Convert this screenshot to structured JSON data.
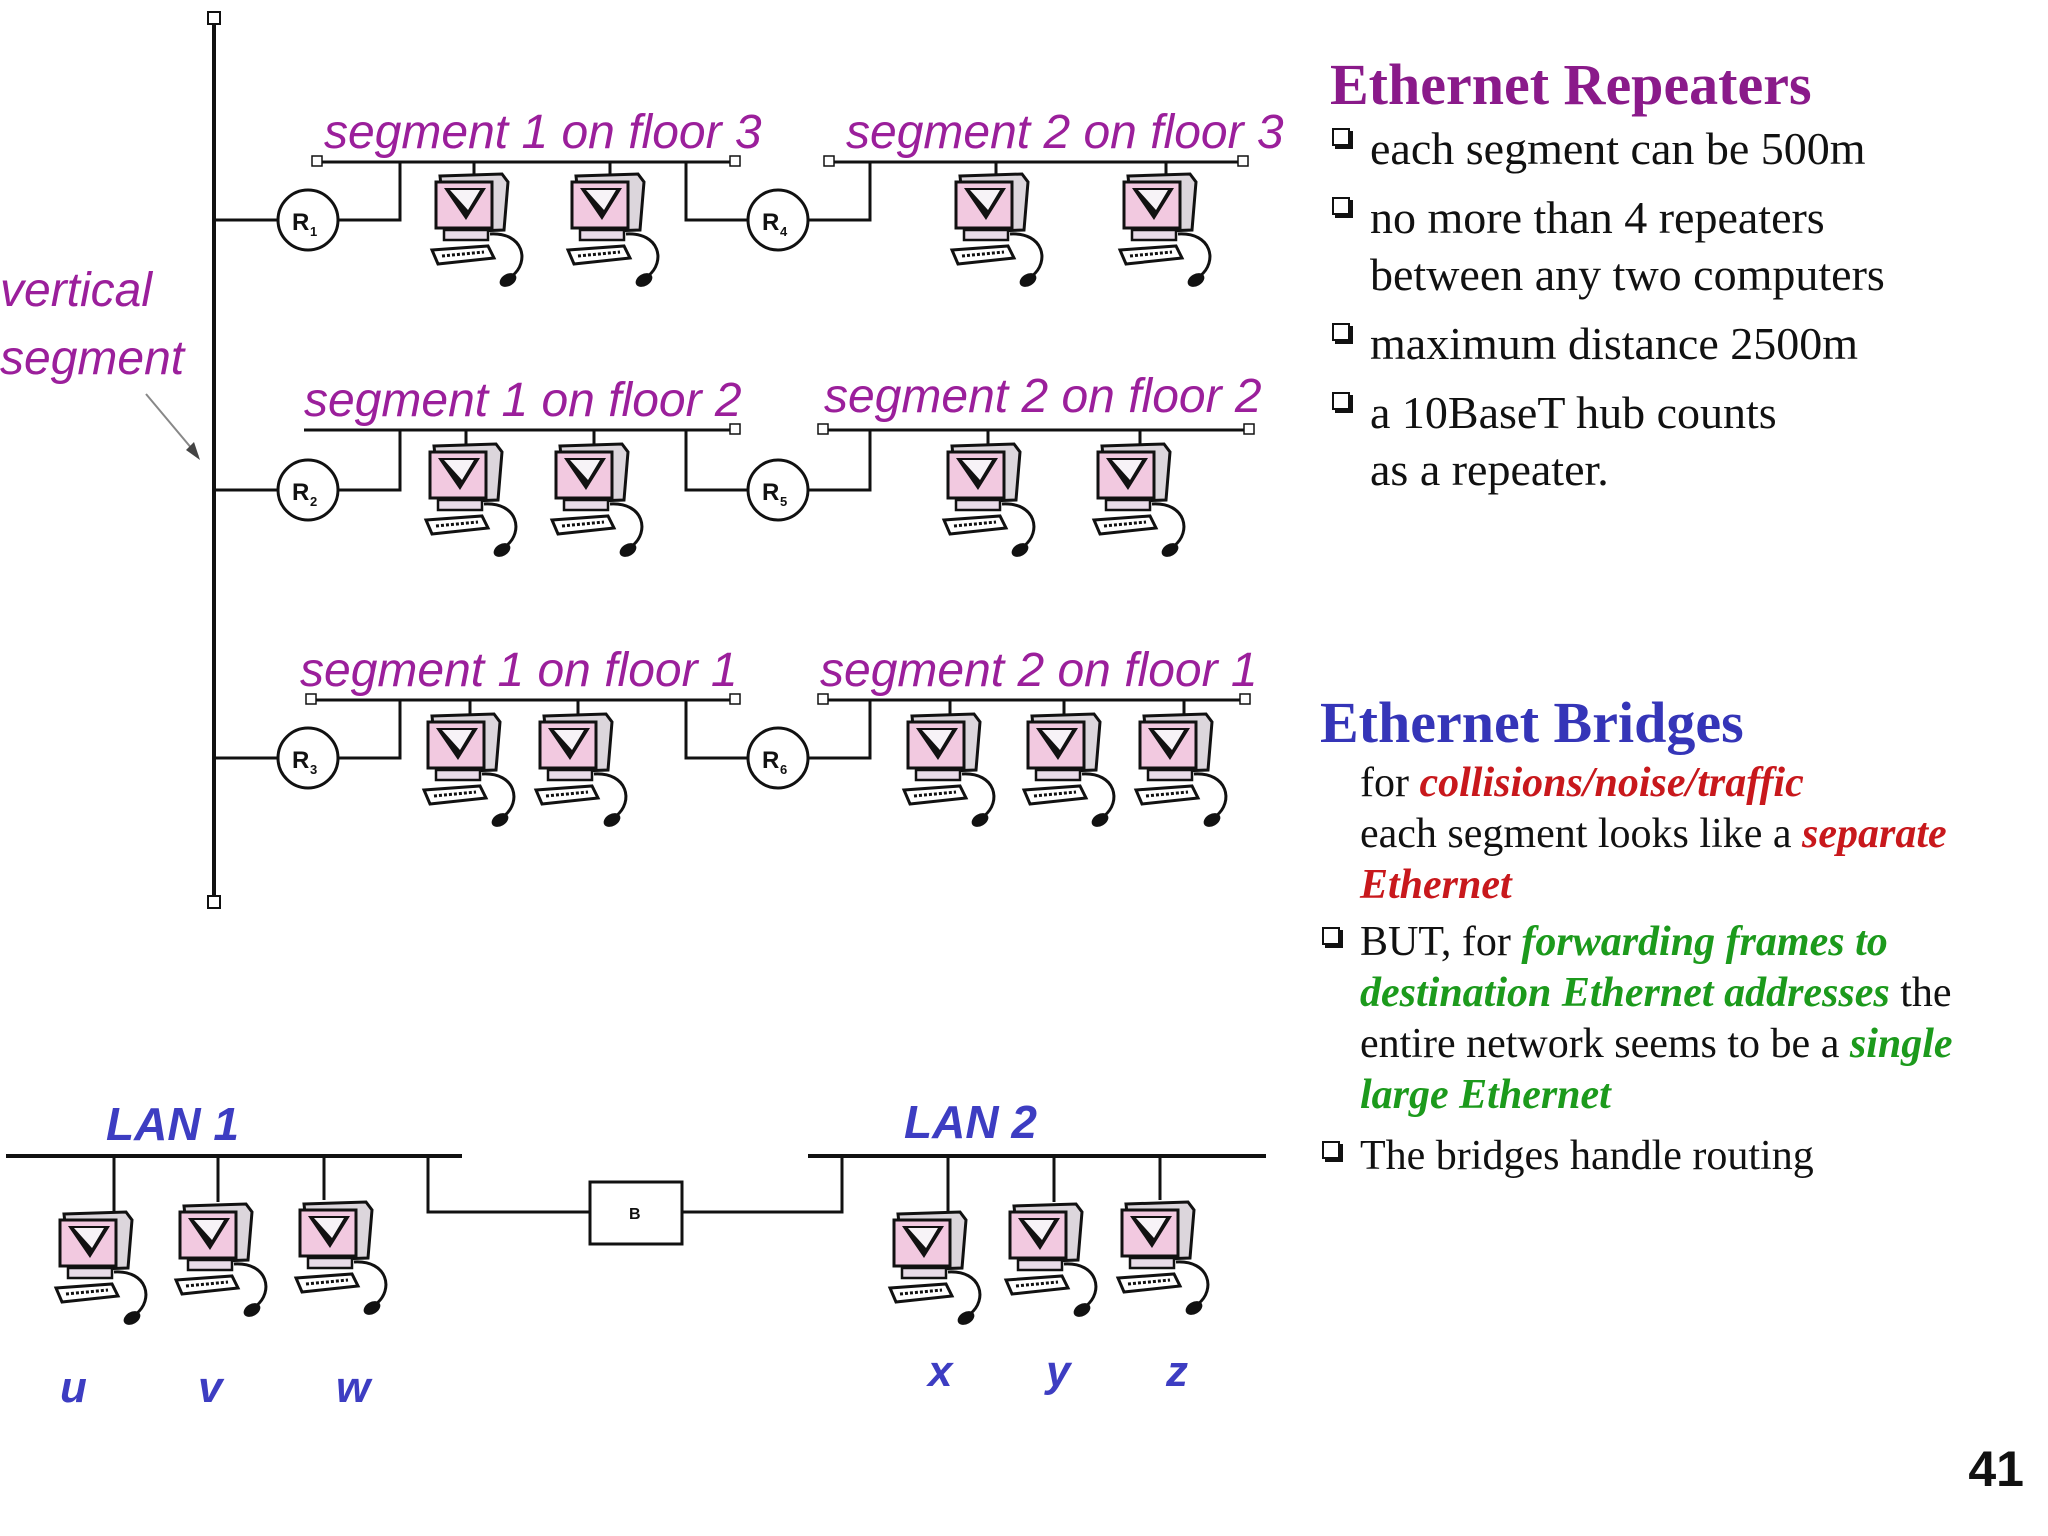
{
  "diagram": {
    "vertical_label_line1": "vertical",
    "vertical_label_line2": "segment",
    "segments": [
      "segment 1 on floor 3",
      "segment 2 on floor 3",
      "segment 1 on floor 2",
      "segment 2 on floor 2",
      "segment 1 on floor 1",
      "segment 2 on floor 1"
    ],
    "repeaters": [
      {
        "letter": "R",
        "sub": "1"
      },
      {
        "letter": "R",
        "sub": "2"
      },
      {
        "letter": "R",
        "sub": "3"
      },
      {
        "letter": "R",
        "sub": "4"
      },
      {
        "letter": "R",
        "sub": "5"
      },
      {
        "letter": "R",
        "sub": "6"
      }
    ],
    "lans": [
      "LAN 1",
      "LAN 2"
    ],
    "bridge_label": "B",
    "hosts": [
      "u",
      "v",
      "w",
      "x",
      "y",
      "z"
    ]
  },
  "repeaters_panel": {
    "title": "Ethernet Repeaters",
    "bullet1": "each segment can be 500m",
    "bullet2_line1": "no more than 4 repeaters",
    "bullet2_line2": "between any two computers",
    "bullet3": "maximum distance 2500m",
    "bullet4_line1": "a 10BaseT hub counts",
    "bullet4_line2": "as a repeater."
  },
  "bridges_panel": {
    "title": "Ethernet Bridges",
    "line1_prefix": "for ",
    "line1_emph": "collisions/noise/traffic",
    "line2_prefix": "each segment looks like a ",
    "line2_emph": "separate",
    "line3_emph": "Ethernet",
    "bullet1_prefix": "BUT, for ",
    "bullet1_emph": "forwarding frames to destination Ethernet addresses",
    "bullet1_mid": " the entire network seems to be a ",
    "bullet1_emph2": "single large Ethernet",
    "bullet2": "The bridges handle routing"
  },
  "page_number": "41",
  "colors": {
    "segment_label": "#9b1f9b",
    "lan_label": "#3d3dc2",
    "repeaters_title": "#8a1a8a",
    "bridges_title": "#3535b8",
    "emphasis_red": "#c8181c",
    "emphasis_green": "#1c9a1c"
  }
}
